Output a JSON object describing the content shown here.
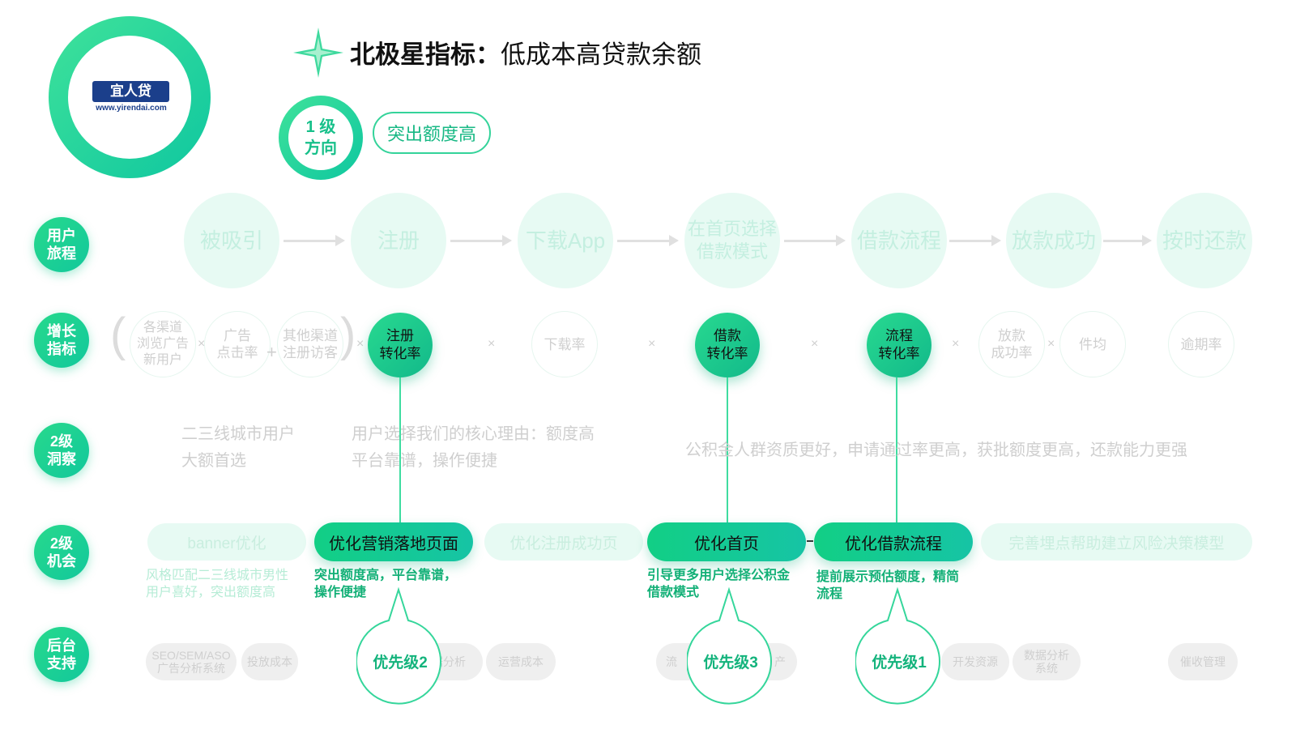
{
  "logo": {
    "brand": "宜人贷",
    "url": "www.yirendai.com"
  },
  "header": {
    "title_bold": "北极星指标：",
    "title_rest": "低成本高贷款余额"
  },
  "level1": {
    "line1": "1 级",
    "line2": "方向",
    "direction": "突出额度高"
  },
  "row_labels": [
    {
      "line1": "用户",
      "line2": "旅程"
    },
    {
      "line1": "增长",
      "line2": "指标"
    },
    {
      "line1": "2级",
      "line2": "洞察"
    },
    {
      "line1": "2级",
      "line2": "机会"
    },
    {
      "line1": "后台",
      "line2": "支持"
    }
  ],
  "journey": [
    "被吸引",
    "注册",
    "下载App",
    "在首页选择\n借款模式",
    "借款流程",
    "放款成功",
    "按时还款"
  ],
  "metrics": {
    "m1": "各渠道\n浏览广告\n新用户",
    "m2": "广告\n点击率",
    "m3": "其他渠道\n注册访客",
    "reg": "注册\n转化率",
    "download": "下载率",
    "loan": "借款\n转化率",
    "flow": "流程\n转化率",
    "release": "放款\n成功率",
    "avg": "件均",
    "overdue": "逾期率",
    "op_x": "×",
    "op_plus": "+",
    "paren_l": "(",
    "paren_r": ")"
  },
  "insights": {
    "a1": "二三线城市用户",
    "a2": "大额首选",
    "b1": "用户选择我们的核心理由：额度高",
    "b2": "平台靠谱，操作便捷",
    "c": "公积金人群资质更好，申请通过率更高，获批额度更高，还款能力更强"
  },
  "opportunities": {
    "banner": "banner优化",
    "landing": "优化营销落地页面",
    "reg_success": "优化注册成功页",
    "home": "优化首页",
    "flow": "优化借款流程",
    "risk": "完善埋点帮助建立风险决策模型",
    "note_banner": "风格匹配二三线城市男性\n用户喜好，突出额度高",
    "note_landing": "突出额度高，平台靠谱，\n操作便捷",
    "note_home": "引导更多用户选择公积金\n借款模式",
    "note_flow": "提前展示预估额度，精简\n流程"
  },
  "support": {
    "s1": "SEO/SEM/ASO\n广告分析系统",
    "s2": "投放成本",
    "s3": "据分析",
    "s4": "运营成本",
    "s5": "流",
    "s6": "产",
    "s7": "开发资源",
    "s8": "数据分析\n系统",
    "s9": "催收管理"
  },
  "priorities": {
    "p2": "优先级2",
    "p3": "优先级3",
    "p1": "优先级1"
  }
}
